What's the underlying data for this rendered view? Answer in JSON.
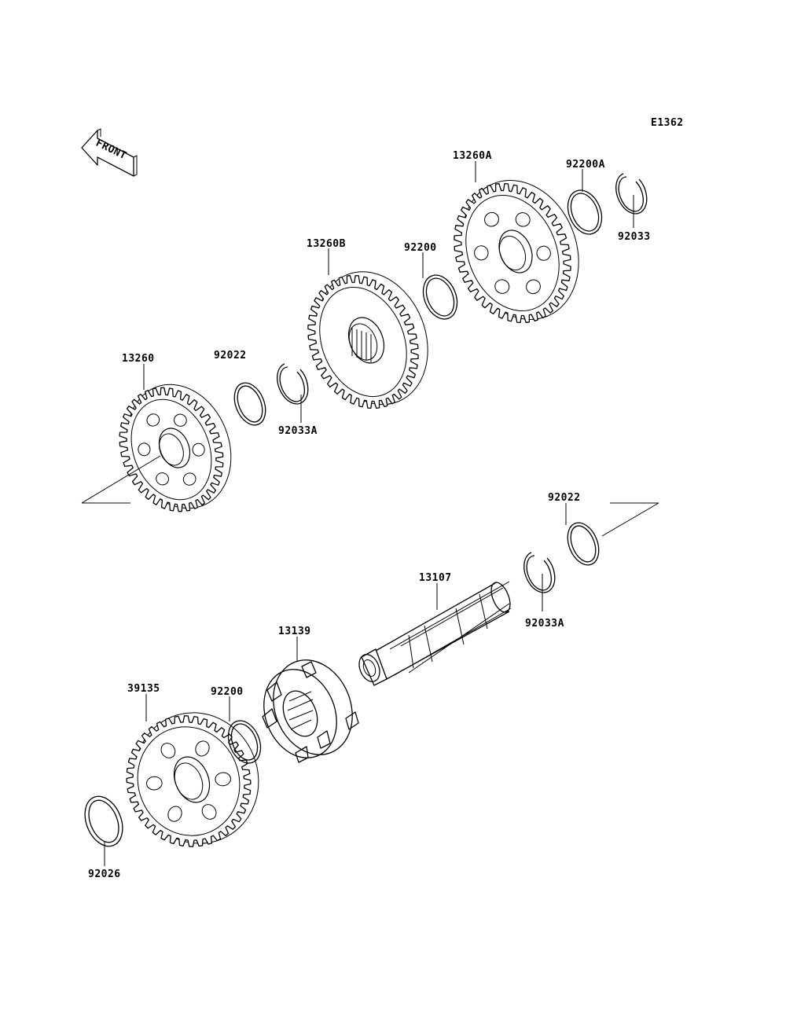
{
  "diagram_code": "E1362",
  "front_label": "FRONT",
  "parts": {
    "gear_13260": "13260",
    "gear_13260a": "13260A",
    "gear_13260b": "13260B",
    "washer_92200a": "92200A",
    "circlip_92033": "92033",
    "washer_92200_upper": "92200",
    "washer_92022_upper": "92022",
    "circlip_92033a_upper": "92033A",
    "washer_92022_lower": "92022",
    "circlip_92033a_lower": "92033A",
    "shaft_13107": "13107",
    "gear_13139": "13139",
    "gear_39135": "39135",
    "washer_92200_lower": "92200",
    "washer_92026": "92026"
  }
}
